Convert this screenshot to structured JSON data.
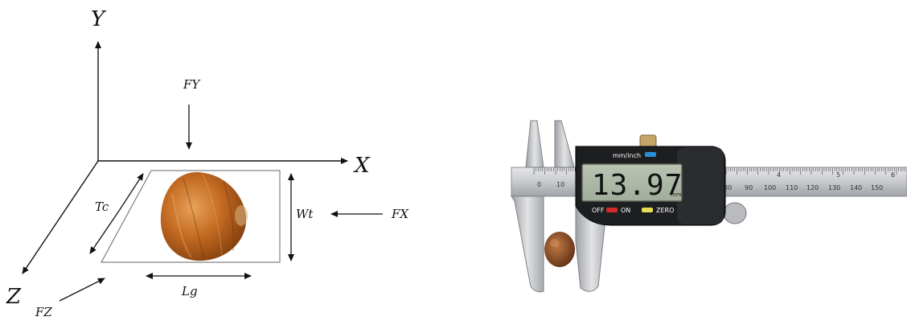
{
  "axes_diagram": {
    "axis_labels": {
      "y": "Y",
      "x": "X",
      "z": "Z"
    },
    "force_labels": {
      "fy": "FY",
      "fx": "FX",
      "fz": "FZ"
    },
    "dimension_labels": {
      "thickness": "Tc",
      "width": "Wt",
      "length": "Lg"
    }
  },
  "caliper": {
    "unit_button_label": "mm/inch",
    "display_value": "13.97",
    "display_unit": "mm",
    "off_label": "OFF",
    "on_label": "ON",
    "zero_label": "ZERO",
    "scale_ticks": [
      "0",
      "10",
      "80",
      "90",
      "100",
      "110",
      "120",
      "130",
      "140",
      "150"
    ],
    "inch_ticks": [
      "4",
      "5",
      "6"
    ],
    "colors": {
      "off_on_button": "#d42a2a",
      "zero_button": "#e5dd52",
      "unit_button": "#2b8fd6"
    }
  }
}
